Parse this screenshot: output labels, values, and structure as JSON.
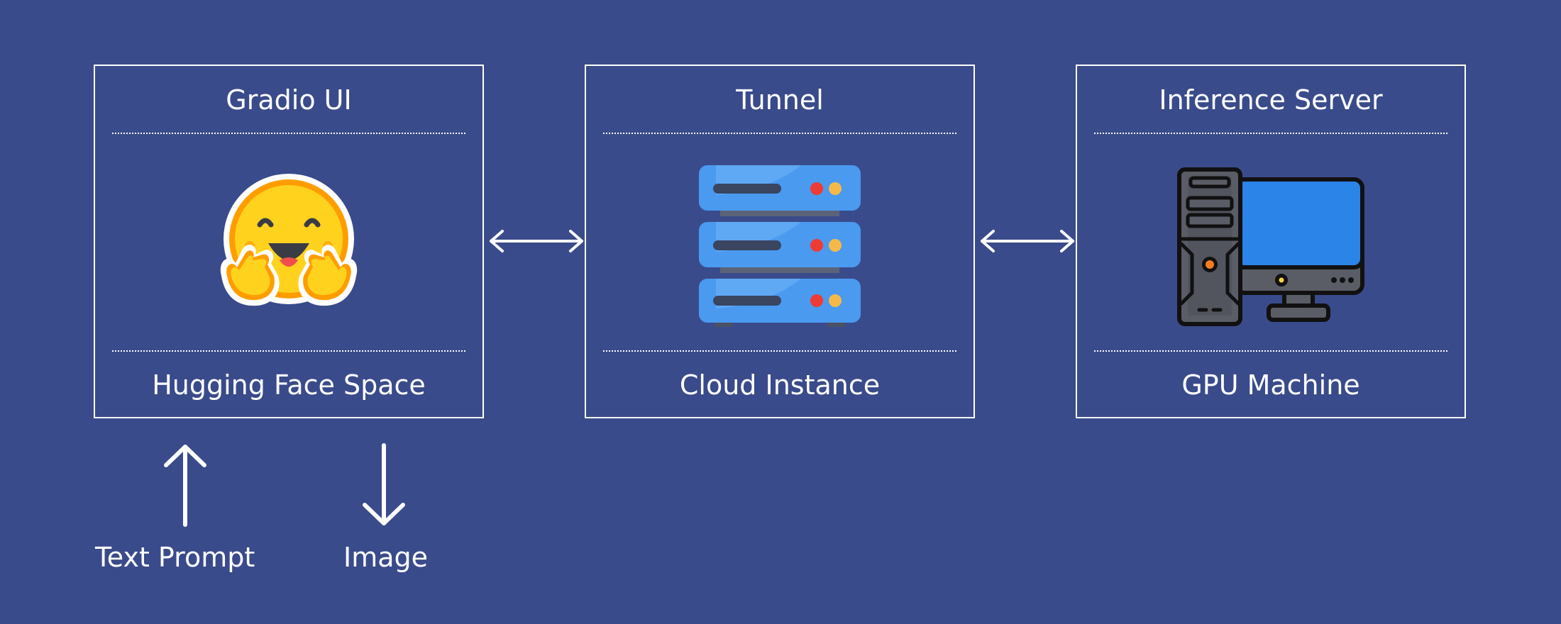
{
  "boxes": [
    {
      "title": "Gradio UI",
      "subtitle": "Hugging Face Space",
      "icon": "hugging-face-emoji-icon"
    },
    {
      "title": "Tunnel",
      "subtitle": "Cloud Instance",
      "icon": "server-rack-icon"
    },
    {
      "title": "Inference Server",
      "subtitle": "GPU Machine",
      "icon": "desktop-computer-icon"
    }
  ],
  "connectors": [
    {
      "from": "Gradio UI",
      "to": "Tunnel",
      "direction": "bidirectional"
    },
    {
      "from": "Tunnel",
      "to": "Inference Server",
      "direction": "bidirectional"
    }
  ],
  "io_flows": [
    {
      "label": "Text Prompt",
      "direction": "up",
      "icon": "arrow-up-icon"
    },
    {
      "label": "Image",
      "direction": "down",
      "icon": "arrow-down-icon"
    }
  ],
  "colors": {
    "background": "#3a4b8b",
    "foreground": "#ffffff",
    "emoji_yellow": "#ffd21e",
    "emoji_orange": "#ff9d00",
    "server_blue": "#4a9af0",
    "pc_screen_blue": "#2b84e8",
    "pc_body": "#5a5d66"
  }
}
